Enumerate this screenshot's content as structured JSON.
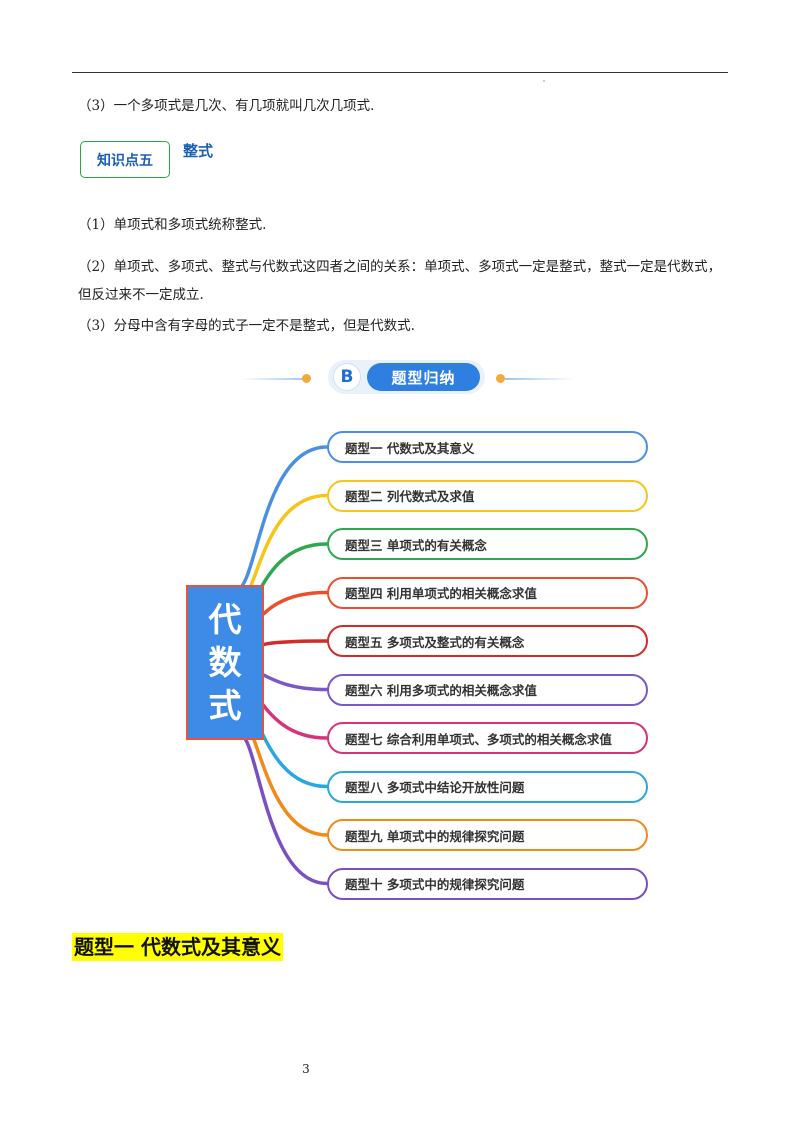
{
  "top_paragraph": "（3）一个多项式是几次、有几项就叫几次几项式.",
  "knowledge_point": {
    "label": "知识点五",
    "title": "整式"
  },
  "paragraphs": [
    "（1）单项式和多项式统称整式.",
    "（2）单项式、多项式、整式与代数式这四者之间的关系：单项式、多项式一定是整式，整式一定是代数式，但反过来不一定成立.",
    "（3）分母中含有字母的式子一定不是整式，但是代数式."
  ],
  "banner": {
    "letter": "B",
    "title": "题型归纳"
  },
  "mindmap": {
    "center": [
      "代",
      "数",
      "式"
    ],
    "nodes": [
      {
        "label": "题型一  代数式及其意义",
        "color": "#4a90e2"
      },
      {
        "label": "题型二  列代数式及求值",
        "color": "#f5c518"
      },
      {
        "label": "题型三  单项式的有关概念",
        "color": "#2ea84f"
      },
      {
        "label": "题型四  利用单项式的相关概念求值",
        "color": "#e8502e"
      },
      {
        "label": "题型五  多项式及整式的有关概念",
        "color": "#d62a2a"
      },
      {
        "label": "题型六 利用多项式的相关概念求值",
        "color": "#7b57c8"
      },
      {
        "label": "题型七 综合利用单项式、多项式的相关概念求值",
        "color": "#d6337a"
      },
      {
        "label": "题型八  多项式中结论开放性问题",
        "color": "#2aa6e0"
      },
      {
        "label": "题型九 单项式中的规律探究问题",
        "color": "#f08a1c"
      },
      {
        "label": "题型十  多项式中的规律探究问题",
        "color": "#7a4fc2"
      }
    ]
  },
  "section_heading": "题型一   代数式及其意义",
  "page_number": "3"
}
